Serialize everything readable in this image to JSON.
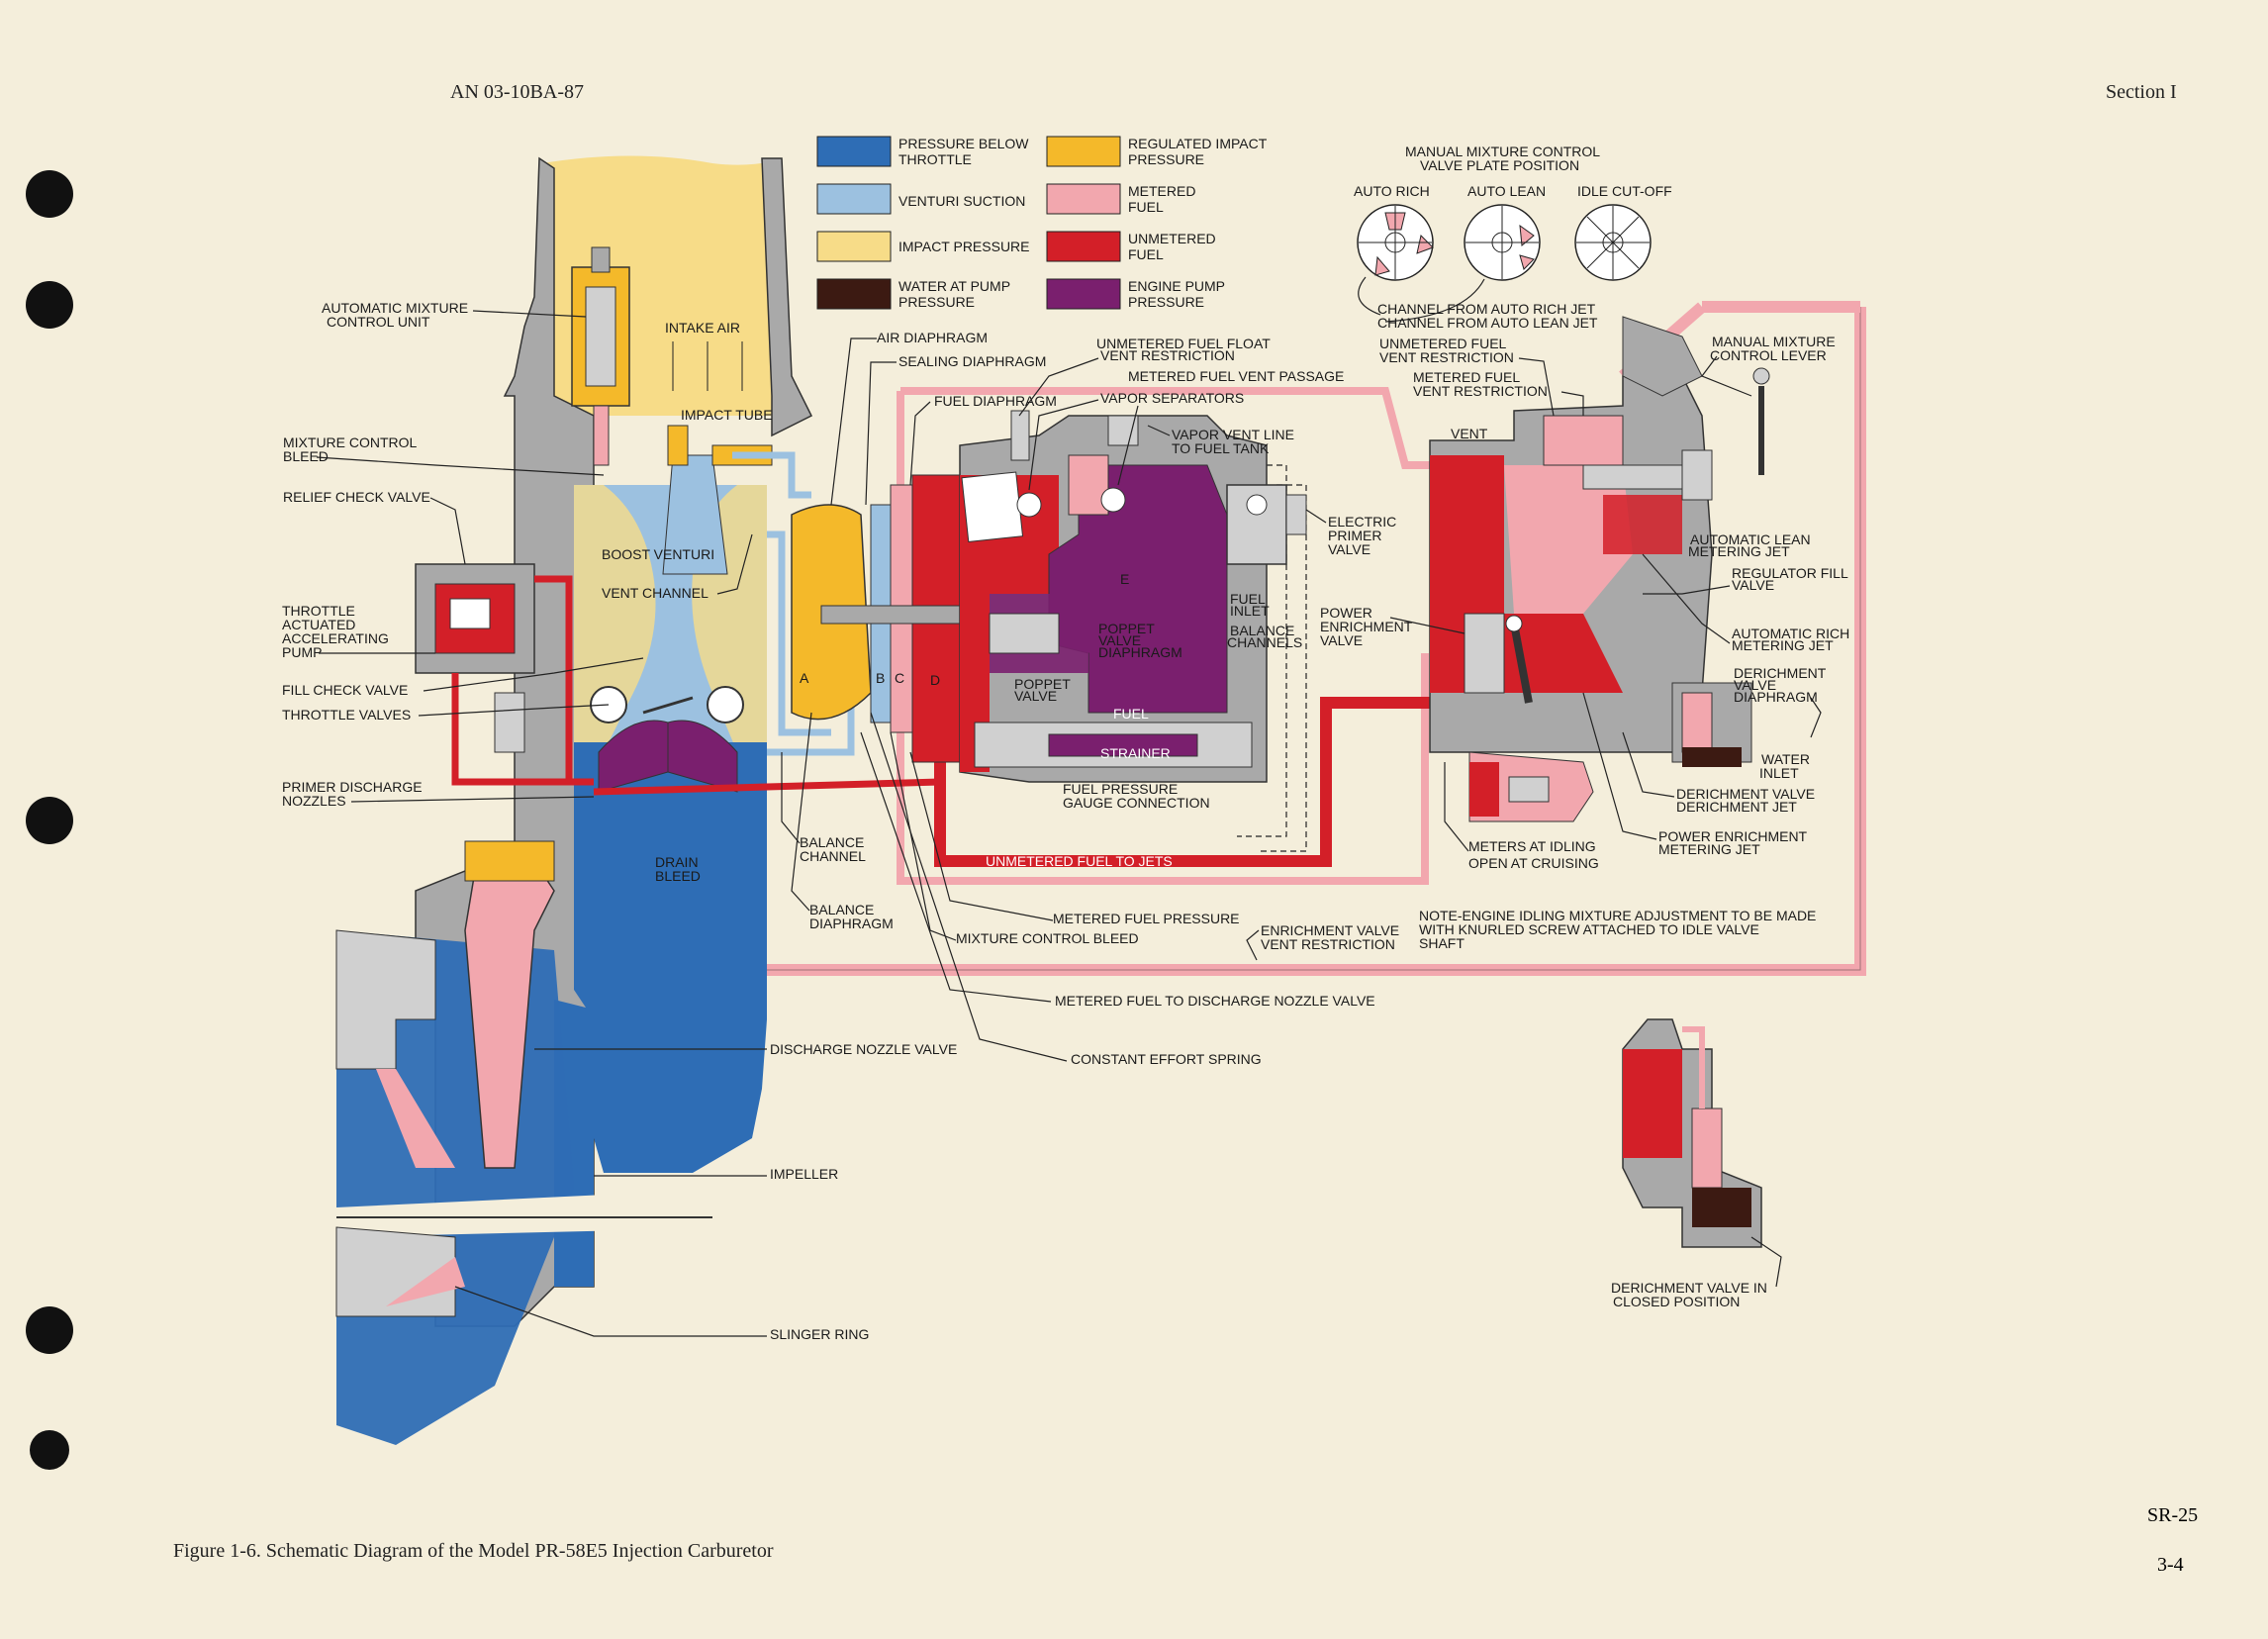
{
  "header": {
    "doc_id": "AN 03-10BA-87",
    "section": "Section I"
  },
  "footer": {
    "caption": "Figure 1-6.  Schematic Diagram of the Model PR-58E5 Injection Carburetor",
    "sr": "SR-25",
    "page": "3-4"
  },
  "legend": [
    {
      "line1": "PRESSURE BELOW",
      "line2": "THROTTLE",
      "color": "#2e6db5"
    },
    {
      "line1": "VENTURI SUCTION",
      "line2": "",
      "color": "#9cc1e0"
    },
    {
      "line1": "IMPACT PRESSURE",
      "line2": "",
      "color": "#f7dc88"
    },
    {
      "line1": "WATER AT PUMP",
      "line2": "PRESSURE",
      "color": "#3c1a12"
    },
    {
      "line1": "REGULATED IMPACT",
      "line2": "PRESSURE",
      "color": "#f4b92a"
    },
    {
      "line1": "METERED",
      "line2": "FUEL",
      "color": "#f2a7ae"
    },
    {
      "line1": "UNMETERED",
      "line2": "FUEL",
      "color": "#d31f28"
    },
    {
      "line1": "ENGINE PUMP",
      "line2": "PRESSURE",
      "color": "#7a1f6e"
    }
  ],
  "plate": {
    "title1": "MANUAL MIXTURE CONTROL",
    "title2": "VALVE PLATE POSITION",
    "positions": [
      "AUTO RICH",
      "AUTO LEAN",
      "IDLE CUT-OFF"
    ],
    "channel1": "CHANNEL  FROM AUTO RICH JET",
    "channel2": "CHANNEL  FROM AUTO LEAN JET"
  },
  "labels": {
    "auto_mix_1": "AUTOMATIC MIXTURE",
    "auto_mix_2": "CONTROL UNIT",
    "intake_air": "INTAKE AIR",
    "impact_tube": "IMPACT TUBE",
    "mix_bleed_1": "MIXTURE  CONTROL",
    "mix_bleed_2": "BLEED",
    "relief_check": "RELIEF  CHECK VALVE",
    "throttle_pump_1": "THROTTLE",
    "throttle_pump_2": "ACTUATED",
    "throttle_pump_3": "ACCELERATING",
    "throttle_pump_4": "PUMP",
    "boost_venturi": "BOOST VENTURI",
    "vent_channel": "VENT CHANNEL",
    "fill_check": "FILL CHECK VALVE",
    "throttle_valves": "THROTTLE VALVES",
    "primer_noz_1": "PRIMER DISCHARGE",
    "primer_noz_2": "NOZZLES",
    "drain_bleed_1": "DRAIN",
    "drain_bleed_2": "BLEED",
    "balance_ch_1": "BALANCE",
    "balance_ch_2": "CHANNEL",
    "balance_dia_1": "BALANCE",
    "balance_dia_2": "DIAPHRAGM",
    "mixture_control_bleed": "MIXTURE CONTROL BLEED",
    "metered_pressure": "METERED FUEL PRESSURE",
    "metered_to_nozzle": "METERED FUEL TO DISCHARGE NOZZLE VALVE",
    "constant_spring": "CONSTANT EFFORT SPRING",
    "discharge_valve": "DISCHARGE NOZZLE VALVE",
    "impeller": "IMPELLER",
    "slinger_ring": "SLINGER RING",
    "air_diaphragm": "AIR DIAPHRAGM",
    "sealing_diaphragm": "SEALING DIAPHRAGM",
    "fuel_diaphragm": "FUEL DIAPHRAGM",
    "unmet_float_1": "UNMETERED FUEL FLOAT",
    "unmet_float_2": "VENT RESTRICTION",
    "met_vent_passage": "METERED FUEL VENT PASSAGE",
    "vapor_sep": "VAPOR SEPARATORS",
    "vapor_vent_1": "VAPOR VENT LINE",
    "vapor_vent_2": "TO FUEL TANK",
    "electric_primer_1": "ELECTRIC",
    "electric_primer_2": "PRIMER",
    "electric_primer_3": "VALVE",
    "fuel_inlet_1": "FUEL",
    "fuel_inlet_2": "INLET",
    "balance_channels_1": "BALANCE",
    "balance_channels_2": "CHANNELS",
    "poppet_dia_1": "POPPET",
    "poppet_dia_2": "VALVE",
    "poppet_dia_3": "DIAPHRAGM",
    "poppet_valve_1": "POPPET",
    "poppet_valve_2": "VALVE",
    "fuel_strainer_1": "FUEL",
    "fuel_strainer_2": "STRAINER",
    "fuel_gauge_1": "FUEL  PRESSURE",
    "fuel_gauge_2": "GAUGE  CONNECTION",
    "unmet_to_jets": "UNMETERED FUEL TO JETS",
    "chamber_a": "A",
    "chamber_b": "B",
    "chamber_c": "C",
    "chamber_d": "D",
    "chamber_e": "E",
    "power_enrich_1": "POWER",
    "power_enrich_2": "ENRICHMENT",
    "power_enrich_3": "VALVE",
    "unmet_vent_1": "UNMETERED FUEL",
    "unmet_vent_2": "VENT RESTRICTION",
    "met_vent_1": "METERED  FUEL",
    "met_vent_2": "VENT RESTRICTION",
    "vent": "VENT",
    "manual_lever_1": "MANUAL  MIXTURE",
    "manual_lever_2": "CONTROL LEVER",
    "auto_lean_jet_1": "AUTOMATIC LEAN",
    "auto_lean_jet_2": "METERING JET",
    "reg_fill_1": "REGULATOR FILL",
    "reg_fill_2": "VALVE",
    "auto_rich_jet_1": "AUTOMATIC RICH",
    "auto_rich_jet_2": "METERING JET",
    "derich_dia_1": "DERICHMENT",
    "derich_dia_2": "VALVE",
    "derich_dia_3": "DIAPHRAGM",
    "water_inlet_1": "WATER",
    "water_inlet_2": "INLET",
    "derich_jet_1": "DERICHMENT  VALVE",
    "derich_jet_2": "DERICHMENT  JET",
    "power_jet_1": "POWER ENRICHMENT",
    "power_jet_2": "METERING JET",
    "meters_1": "METERS AT IDLING",
    "meters_2": "OPEN  AT CRUISING",
    "enrich_vent_1": "ENRICHMENT VALVE",
    "enrich_vent_2": "VENT RESTRICTION",
    "note_1": "NOTE-ENGINE  IDLING MIXTURE  ADJUSTMENT  TO BE MADE",
    "note_2": "WITH  KNURLED  SCREW  ATTACHED  TO  IDLE  VALVE",
    "note_3": "SHAFT",
    "derich_closed_1": "DERICHMENT VALVE IN",
    "derich_closed_2": "CLOSED POSITION"
  }
}
